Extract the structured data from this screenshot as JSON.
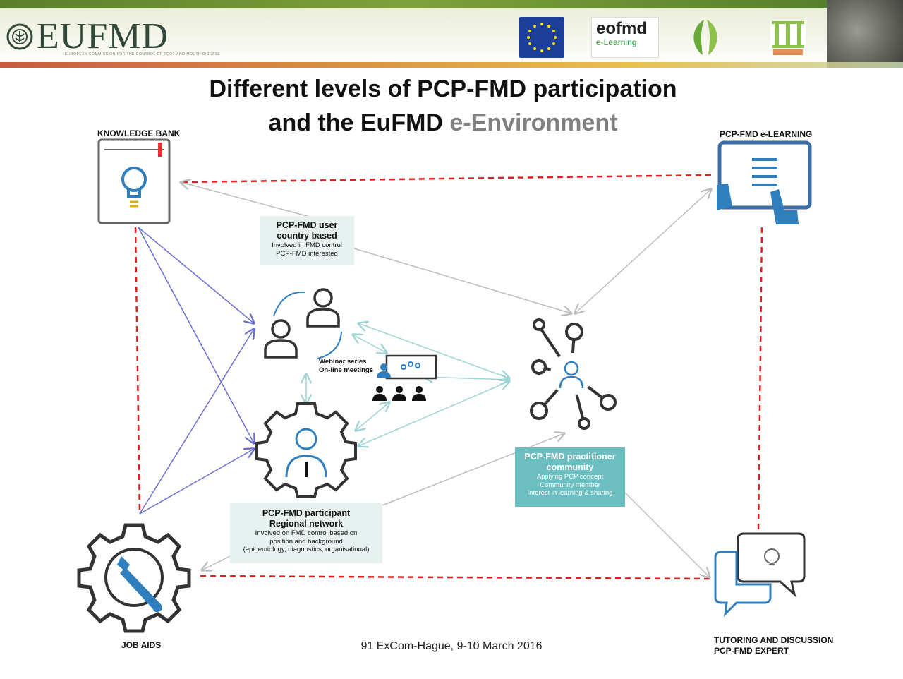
{
  "header": {
    "logo_text": "EUFMD",
    "logo_subtitle": "EUROPEAN COMMISSION FOR THE CONTROL OF FOOT-AND-MOUTH DISEASE",
    "eofmd_name": "eofmd",
    "eofmd_sub": "e-Learning"
  },
  "title": {
    "line1": "Different levels of PCP-FMD participation",
    "line2_main": "and the EuFMD ",
    "line2_accent": "e-Environment"
  },
  "nodes": {
    "knowledge_bank": "KNOWLEDGE BANK",
    "elearning": "PCP-FMD e-LEARNING",
    "job_aids": "JOB AIDS",
    "tutoring_line1": "TUTORING AND DISCUSSION",
    "tutoring_line2": "PCP-FMD EXPERT"
  },
  "boxes": {
    "user": {
      "title_line1": "PCP-FMD user",
      "title_line2": "country based",
      "sub_line1": "Involved in FMD control",
      "sub_line2": "PCP-FMD interested"
    },
    "participant": {
      "title_line1": "PCP-FMD participant",
      "title_line2": "Regional network",
      "sub_line1": "Involved on FMD control based on",
      "sub_line2": "position and background",
      "sub_line3": "(epidemiology, diagnostics, organisational)"
    },
    "community": {
      "title_line1": "PCP-FMD practitioner",
      "title_line2": "community",
      "sub_line1": "Applying PCP concept",
      "sub_line2": "Community member",
      "sub_line3": "Interest in learning & sharing"
    }
  },
  "webinar": {
    "line1": "Webinar series",
    "line2": "On-line meetings"
  },
  "footer": "91 ExCom-Hague, 9-10 March  2016",
  "colors": {
    "red_dashed": "#e02020",
    "purple_arrow": "#6a6ed0",
    "grey_arrow": "#bdbdbd",
    "teal_arrow": "#9fd3d4",
    "icon_blue": "#2f7fbf",
    "icon_dark": "#333333"
  }
}
